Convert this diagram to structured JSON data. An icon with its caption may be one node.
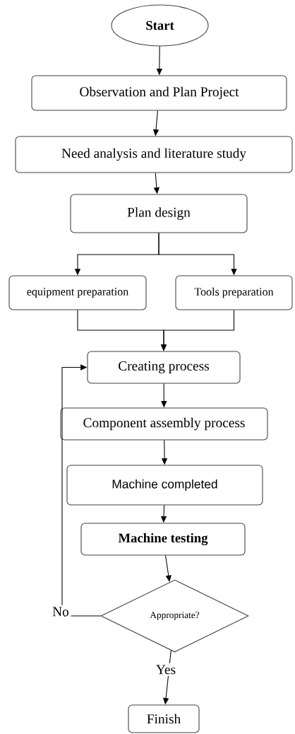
{
  "diagram": {
    "nodes": [
      {
        "text": [
          "Start"
        ]
      },
      {
        "text": [
          "Observation and Plan Project"
        ]
      },
      {
        "text": [
          "Need analysis and literature study"
        ]
      },
      {
        "text": [
          "Plan design"
        ]
      },
      {
        "text": [
          "equipment preparation"
        ]
      },
      {
        "text": [
          "Tools preparation"
        ]
      },
      {
        "text": [
          "Creating process"
        ]
      },
      {
        "text": [
          "Component assembly process"
        ]
      },
      {
        "text": [
          "Machine completed"
        ]
      },
      {
        "text": [
          "Machine testing"
        ]
      },
      {
        "text": [
          "Appropriate?"
        ]
      },
      {
        "text": [
          "Finish"
        ]
      }
    ],
    "edges": [
      {
        "from": 0,
        "to": 1,
        "arrow": "to"
      },
      {
        "from": 1,
        "to": 2,
        "arrow": "to"
      },
      {
        "from": 2,
        "to": 3,
        "arrow": "to"
      },
      {
        "from": 3,
        "to": 4,
        "arrow": "to"
      },
      {
        "from": 3,
        "to": 5,
        "arrow": "to"
      },
      {
        "from": 4,
        "to": 6,
        "arrow": "to"
      },
      {
        "from": 5,
        "to": 6,
        "arrow": "to"
      },
      {
        "from": 6,
        "to": 7,
        "arrow": "to"
      },
      {
        "from": 7,
        "to": 8,
        "arrow": "to"
      },
      {
        "from": 8,
        "to": 9,
        "arrow": "to"
      },
      {
        "from": 9,
        "to": 10,
        "arrow": "to"
      },
      {
        "from": 10,
        "to": 11,
        "label": "Yes",
        "arrow": "to"
      },
      {
        "from": 10,
        "to": 6,
        "label": "No",
        "arrow": "to"
      }
    ]
  }
}
